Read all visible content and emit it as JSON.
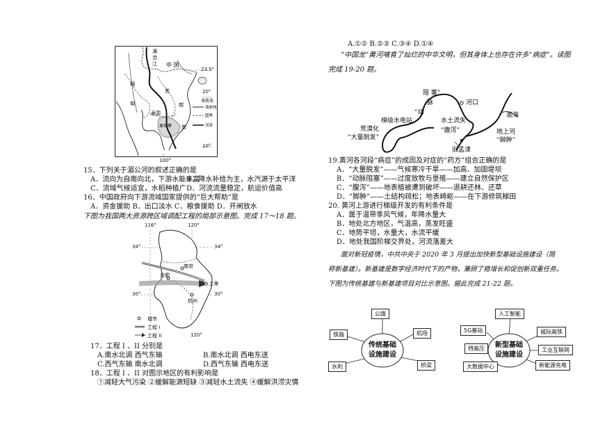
{
  "map1": {
    "labels": {
      "china": "中    国",
      "nujiang": "澜\n沧\n江",
      "lat23": "23.5°",
      "hainan": "海南岛",
      "myanmar": "缅",
      "dian": "甸",
      "thailand": "泰国",
      "lao": "老",
      "cambodia": "柬埔寨",
      "lat20": "20°",
      "lat10": "10°",
      "lon100": "100°",
      "yue": "越",
      "nan": "南"
    },
    "legend": {
      "coast": "海岸线",
      "border": "国界",
      "river": "河流"
    }
  },
  "q15": {
    "stem": "15．下列关于湄公河的叙述正确的是",
    "a": "A．流向为自南向北，下游水能丰富",
    "b": "B．降水补给为主，水汽源于太平洋",
    "c": "C．流域气候适宜，水稻种植广",
    "d": "D．河流流量稳定，航运价值高"
  },
  "q16": {
    "stem": "16．中国政府向下游流域国家提供的“巨大帮助”是",
    "opts": "A．资金援助     B．出口淡水   C．粮食援助       D．开闸放水"
  },
  "intro17": "下图为我国两大资源跨区域调配工程的局部示意图。完成 17～18 题。",
  "map2": {
    "lon116": "116°",
    "lon120": "120°",
    "lat34l": "34°",
    "lat34r": "34°",
    "lat30l": "30°",
    "lat30r": "30°",
    "nanjing": "南京",
    "hefei": "合肥",
    "shanghai": "上海",
    "hangzhou": "杭州",
    "lon120b": "120°",
    "legend_city": "城市",
    "legend_p1": "工程 I",
    "legend_p2": "工程 II"
  },
  "q17": {
    "stem": "17．工程 I 、II 分别是",
    "a": "A.南水北调   西气东输",
    "b": "B.南水北调   西电东送",
    "c": "C.西气东输   南水北调",
    "d": "D.西气东输   西电东送"
  },
  "q18": {
    "stem": "18．工程 I 、II 对图示地区的有利影响是",
    "opts": "①减轻大气污染   ②缓解能源短缺   ③减轻水土流失   ④缓解洪涝灾情"
  },
  "q18ans": "A.①②   B.②③    C.③④         D.①④",
  "intro19a": "“中国龙”黄河哺育了灿烂的中华文明，但其身体上也存在许多“病症”。读图",
  "intro19b": "完成 19-20 题。",
  "river": {
    "zuse": "阻  塞”",
    "mai": "脉",
    "dong": "“动",
    "hekou": "河口",
    "tijishui": "梯级水电站",
    "shuitu": "水土流失",
    "fuxie": "“腹泻”",
    "bohai": "渤海",
    "huangmo": "荒漠化",
    "tuofa": "“大量脱发”",
    "dishang": "地上河",
    "jiaozhong": "“脚肿”",
    "jiumengjin": "旧孟津"
  },
  "q19": {
    "stem": "19.黄河各河段“病症”的成因及对症的“药方”组合正确的是",
    "a": "A．“大量脱发”——气候寒冷干旱——加高、加固堤坝",
    "b": "B．“动脉阻塞”——过度放牧与垦殖——建立自然保护区",
    "c": "C．“腹泻”——地表植被遭到破坏——退耕还林、还草",
    "d": "D．“脚肿”——土结构疏松；地表崎岖——在下游修筑梯田"
  },
  "q20": {
    "stem": "20. 黄河上游进行梯级开发的有利条件是",
    "a": "A．属于温带季风气候，年降水量大",
    "b": "B．地处北方地区，气温高，蒸发旺盛",
    "c": "C．地势平坦，水量大，水流平缓",
    "d": "D．地处我国阶梯交界处，河流落差大"
  },
  "intro21a": "面对新冠疫情，中共中央于 2020 年 3     月提出加快新型基础设施建设（简",
  "intro21b": "称新基建）。新基建是数字经济时代下的产物，兼顾了稳增长和促创新双重任务。",
  "intro21c": "下图为传统基建与新基建项目对比示意图。据此完成 21-22 题。",
  "infra": {
    "trad_center": [
      "传统基础",
      "设施建设"
    ],
    "trad": [
      "公路",
      "铁路",
      "机场",
      "水利",
      "桥梁"
    ],
    "new_center": [
      "新型基础",
      "设施建设"
    ],
    "new": [
      "人工智能",
      "5G基站",
      "城际高铁",
      "特高压",
      "工业互联网",
      "大数据中心",
      "新能源充电"
    ]
  }
}
